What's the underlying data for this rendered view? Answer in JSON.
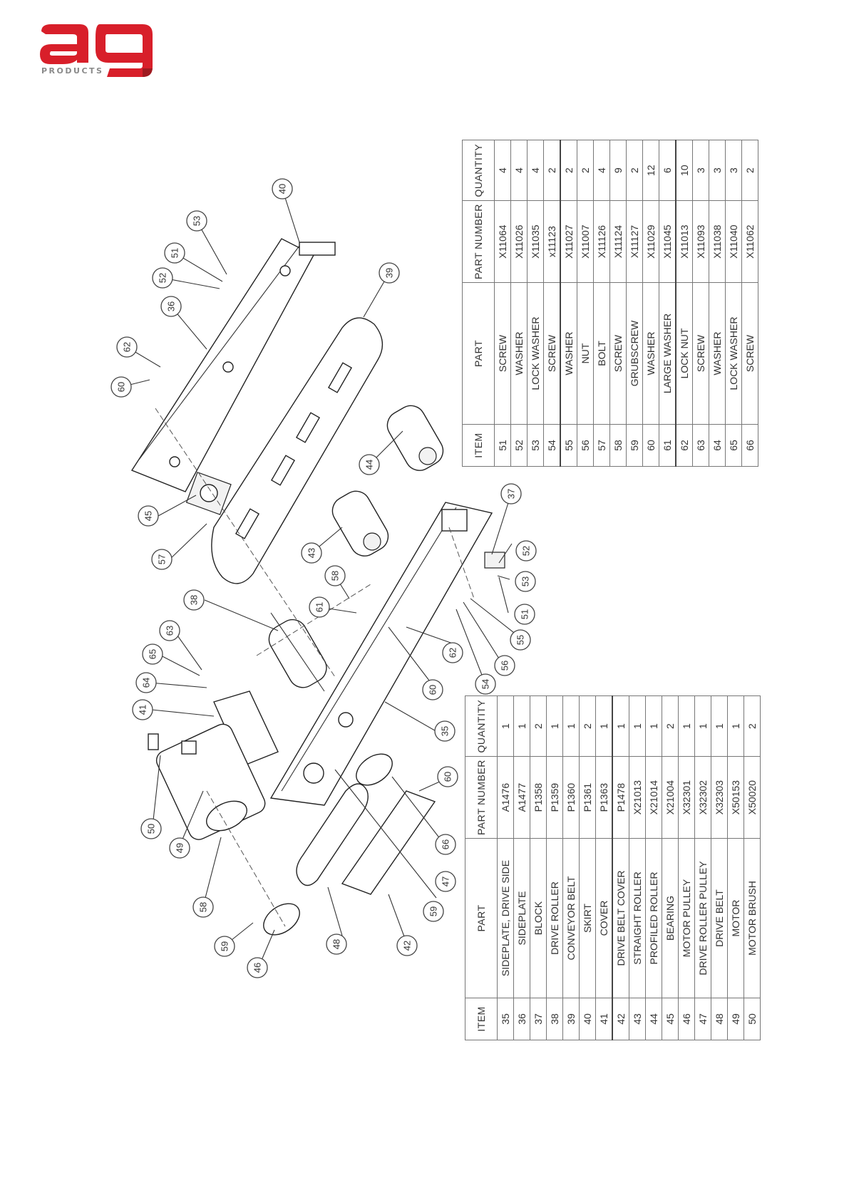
{
  "brand": {
    "logo_text": "ag",
    "logo_sub": "PRODUCTS",
    "colors": {
      "red": "#d81f2a",
      "dark_red": "#9e1a20",
      "gray": "#8a8a8a"
    }
  },
  "table_upper": {
    "headers": {
      "item": "ITEM",
      "part": "PART",
      "number": "PART NUMBER",
      "quantity": "QUANTITY"
    },
    "rows": [
      {
        "item": "51",
        "part": "SCREW",
        "number": "X11064",
        "qty": "4"
      },
      {
        "item": "52",
        "part": "WASHER",
        "number": "X11026",
        "qty": "4"
      },
      {
        "item": "53",
        "part": "LOCK WASHER",
        "number": "X11035",
        "qty": "4"
      },
      {
        "item": "54",
        "part": "SCREW",
        "number": "x11123",
        "qty": "2"
      },
      {
        "item": "55",
        "part": "WASHER",
        "number": "X11027",
        "qty": "2"
      },
      {
        "item": "56",
        "part": "NUT",
        "number": "X11007",
        "qty": "2"
      },
      {
        "item": "57",
        "part": "BOLT",
        "number": "X11126",
        "qty": "4"
      },
      {
        "item": "58",
        "part": "SCREW",
        "number": "X11124",
        "qty": "9"
      },
      {
        "item": "59",
        "part": "GRUBSCREW",
        "number": "X11127",
        "qty": "2"
      },
      {
        "item": "60",
        "part": "WASHER",
        "number": "X11029",
        "qty": "12"
      },
      {
        "item": "61",
        "part": "LARGE WASHER",
        "number": "X11045",
        "qty": "6"
      },
      {
        "item": "62",
        "part": "LOCK NUT",
        "number": "X11013",
        "qty": "10"
      },
      {
        "item": "63",
        "part": "SCREW",
        "number": "X11093",
        "qty": "3"
      },
      {
        "item": "64",
        "part": "WASHER",
        "number": "X11038",
        "qty": "3"
      },
      {
        "item": "65",
        "part": "LOCK WASHER",
        "number": "X11040",
        "qty": "3"
      },
      {
        "item": "66",
        "part": "SCREW",
        "number": "X11062",
        "qty": "2"
      }
    ]
  },
  "table_lower": {
    "headers": {
      "item": "ITEM",
      "part": "PART",
      "number": "PART NUMBER",
      "quantity": "QUANTITY"
    },
    "rows": [
      {
        "item": "35",
        "part": "SIDEPLATE, DRIVE SIDE",
        "number": "A1476",
        "qty": "1"
      },
      {
        "item": "36",
        "part": "SIDEPLATE",
        "number": "A1477",
        "qty": "1"
      },
      {
        "item": "37",
        "part": "BLOCK",
        "number": "P1358",
        "qty": "2"
      },
      {
        "item": "38",
        "part": "DRIVE ROLLER",
        "number": "P1359",
        "qty": "1"
      },
      {
        "item": "39",
        "part": "CONVEYOR BELT",
        "number": "P1360",
        "qty": "1"
      },
      {
        "item": "40",
        "part": "SKIRT",
        "number": "P1361",
        "qty": "2"
      },
      {
        "item": "41",
        "part": "COVER",
        "number": "P1363",
        "qty": "1"
      },
      {
        "item": "42",
        "part": "DRIVE BELT COVER",
        "number": "P1478",
        "qty": "1"
      },
      {
        "item": "43",
        "part": "STRAIGHT ROLLER",
        "number": "X21013",
        "qty": "1"
      },
      {
        "item": "44",
        "part": "PROFILED ROLLER",
        "number": "X21014",
        "qty": "1"
      },
      {
        "item": "45",
        "part": "BEARING",
        "number": "X21004",
        "qty": "2"
      },
      {
        "item": "46",
        "part": "MOTOR PULLEY",
        "number": "X32301",
        "qty": "1"
      },
      {
        "item": "47",
        "part": "DRIVE ROLLER PULLEY",
        "number": "X32302",
        "qty": "1"
      },
      {
        "item": "48",
        "part": "DRIVE BELT",
        "number": "X32303",
        "qty": "1"
      },
      {
        "item": "49",
        "part": "MOTOR",
        "number": "X50153",
        "qty": "1"
      },
      {
        "item": "50",
        "part": "MOTOR BRUSH",
        "number": "X50020",
        "qty": "2"
      }
    ]
  },
  "callouts": [
    "35",
    "36",
    "37",
    "38",
    "39",
    "40",
    "41",
    "42",
    "43",
    "44",
    "45",
    "46",
    "47",
    "48",
    "49",
    "50",
    "51",
    "52",
    "53",
    "54",
    "55",
    "56",
    "57",
    "58",
    "59",
    "60",
    "61",
    "62",
    "63",
    "64",
    "65",
    "66"
  ]
}
